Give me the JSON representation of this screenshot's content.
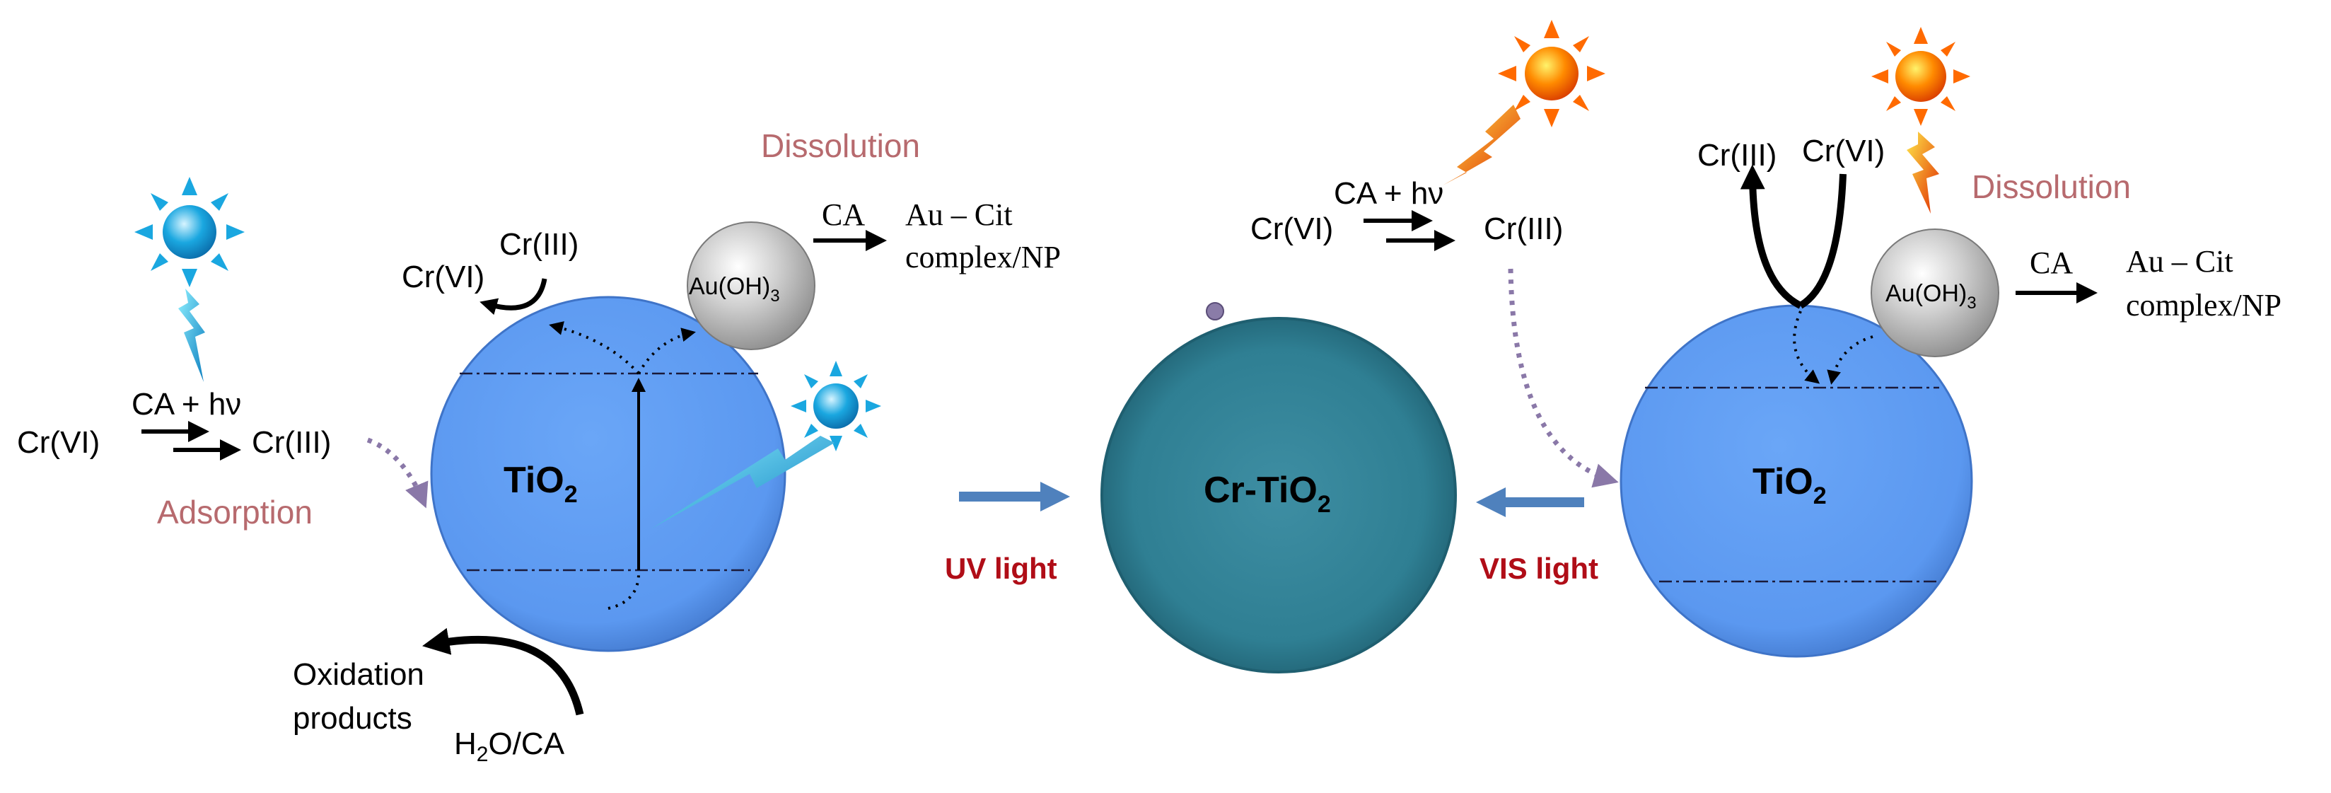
{
  "colors": {
    "tio2_fill": "#5b98f0",
    "tio2_edge": "#3f74c8",
    "cr_tio2_fill": "#2f7f93",
    "dissolution_text": "#b76a6e",
    "adsorption_text": "#b76a6e",
    "light_label": "#b00d17",
    "arrow_blue": "#4f81bd",
    "dotted_arrow": "#8a78a8",
    "uv_sun": "#1aa7e0",
    "vis_sun": "#ff6a00"
  },
  "icons": {
    "uv_source": "blue-sun-icon",
    "vis_source": "orange-sun-icon",
    "lightning": "lightning-bolt-icon"
  },
  "left": {
    "reaction_reactant": "Cr(VI)",
    "reaction_condition": "CA + hν",
    "reaction_product": "Cr(III)",
    "adsorption_label": "Adsorption",
    "sphere_main": "TiO",
    "sphere_sub": "2",
    "cr_vi": "Cr(VI)",
    "cr_iii": "Cr(III)",
    "auoh_main": "Au(OH)",
    "auoh_sub": "3",
    "dissolution_label": "Dissolution",
    "ca_label": "CA",
    "product_line1": "Au – Cit",
    "product_line2": "complex/NP",
    "oxidation_line1": "Oxidation",
    "oxidation_line2": "products",
    "h2o_pre": "H",
    "h2o_sub": "2",
    "h2o_post": "O/CA"
  },
  "center": {
    "sphere_main": "Cr-TiO",
    "sphere_sub": "2",
    "uv_label": "UV light",
    "vis_label": "VIS light"
  },
  "right": {
    "reaction_reactant": "Cr(VI)",
    "reaction_condition": "CA + hν",
    "reaction_product": "Cr(III)",
    "sphere_main": "TiO",
    "sphere_sub": "2",
    "cr_iii": "Cr(III)",
    "cr_vi": "Cr(VI)",
    "auoh_main": "Au(OH)",
    "auoh_sub": "3",
    "dissolution_label": "Dissolution",
    "ca_label": "CA",
    "product_line1": "Au – Cit",
    "product_line2": "complex/NP"
  }
}
